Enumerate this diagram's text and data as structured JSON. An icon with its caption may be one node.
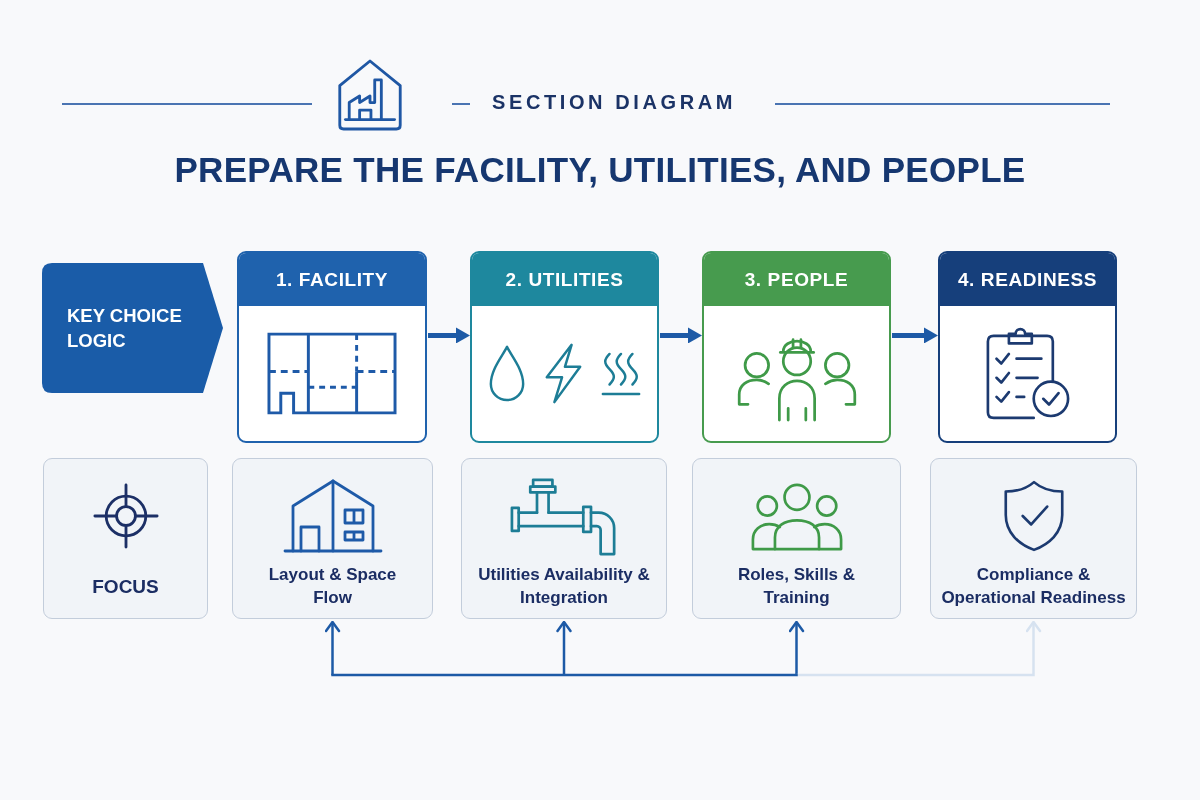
{
  "diagram": {
    "title": "PREPARE THE FACILITY, UTILITIES, AND PEOPLE",
    "nodes": [
      {
        "text": [
          "KEY CHOICE LOGIC"
        ]
      },
      {
        "text": [
          "1. FACILITY"
        ]
      },
      {
        "text": [
          "2. UTILITIES"
        ]
      },
      {
        "text": [
          "3. PEOPLE"
        ]
      },
      {
        "text": [
          "4. READINESS"
        ]
      },
      {
        "text": [
          "FOCUS"
        ]
      },
      {
        "text": [
          "Layout & Space Flow"
        ]
      },
      {
        "text": [
          "Utilities Availability & Integration"
        ]
      },
      {
        "text": [
          "Roles, Skills & Training"
        ]
      },
      {
        "text": [
          "Compliance & Operational Readiness"
        ]
      }
    ],
    "edges": [
      {
        "from": 1,
        "to": 2,
        "arrow": "to",
        "style": "thick"
      },
      {
        "from": 2,
        "to": 3,
        "arrow": "to",
        "style": "thick"
      },
      {
        "from": 3,
        "to": 4,
        "arrow": "to",
        "style": "thick"
      },
      {
        "from": null,
        "to": 6,
        "arrow": "to"
      },
      {
        "from": null,
        "to": 7,
        "arrow": "to"
      },
      {
        "from": null,
        "to": 8,
        "arrow": "to"
      },
      {
        "from": null,
        "to": 9,
        "arrow": "to",
        "color": "#d6e2f0"
      }
    ],
    "labels": [
      "SECTION DIAGRAM"
    ]
  }
}
